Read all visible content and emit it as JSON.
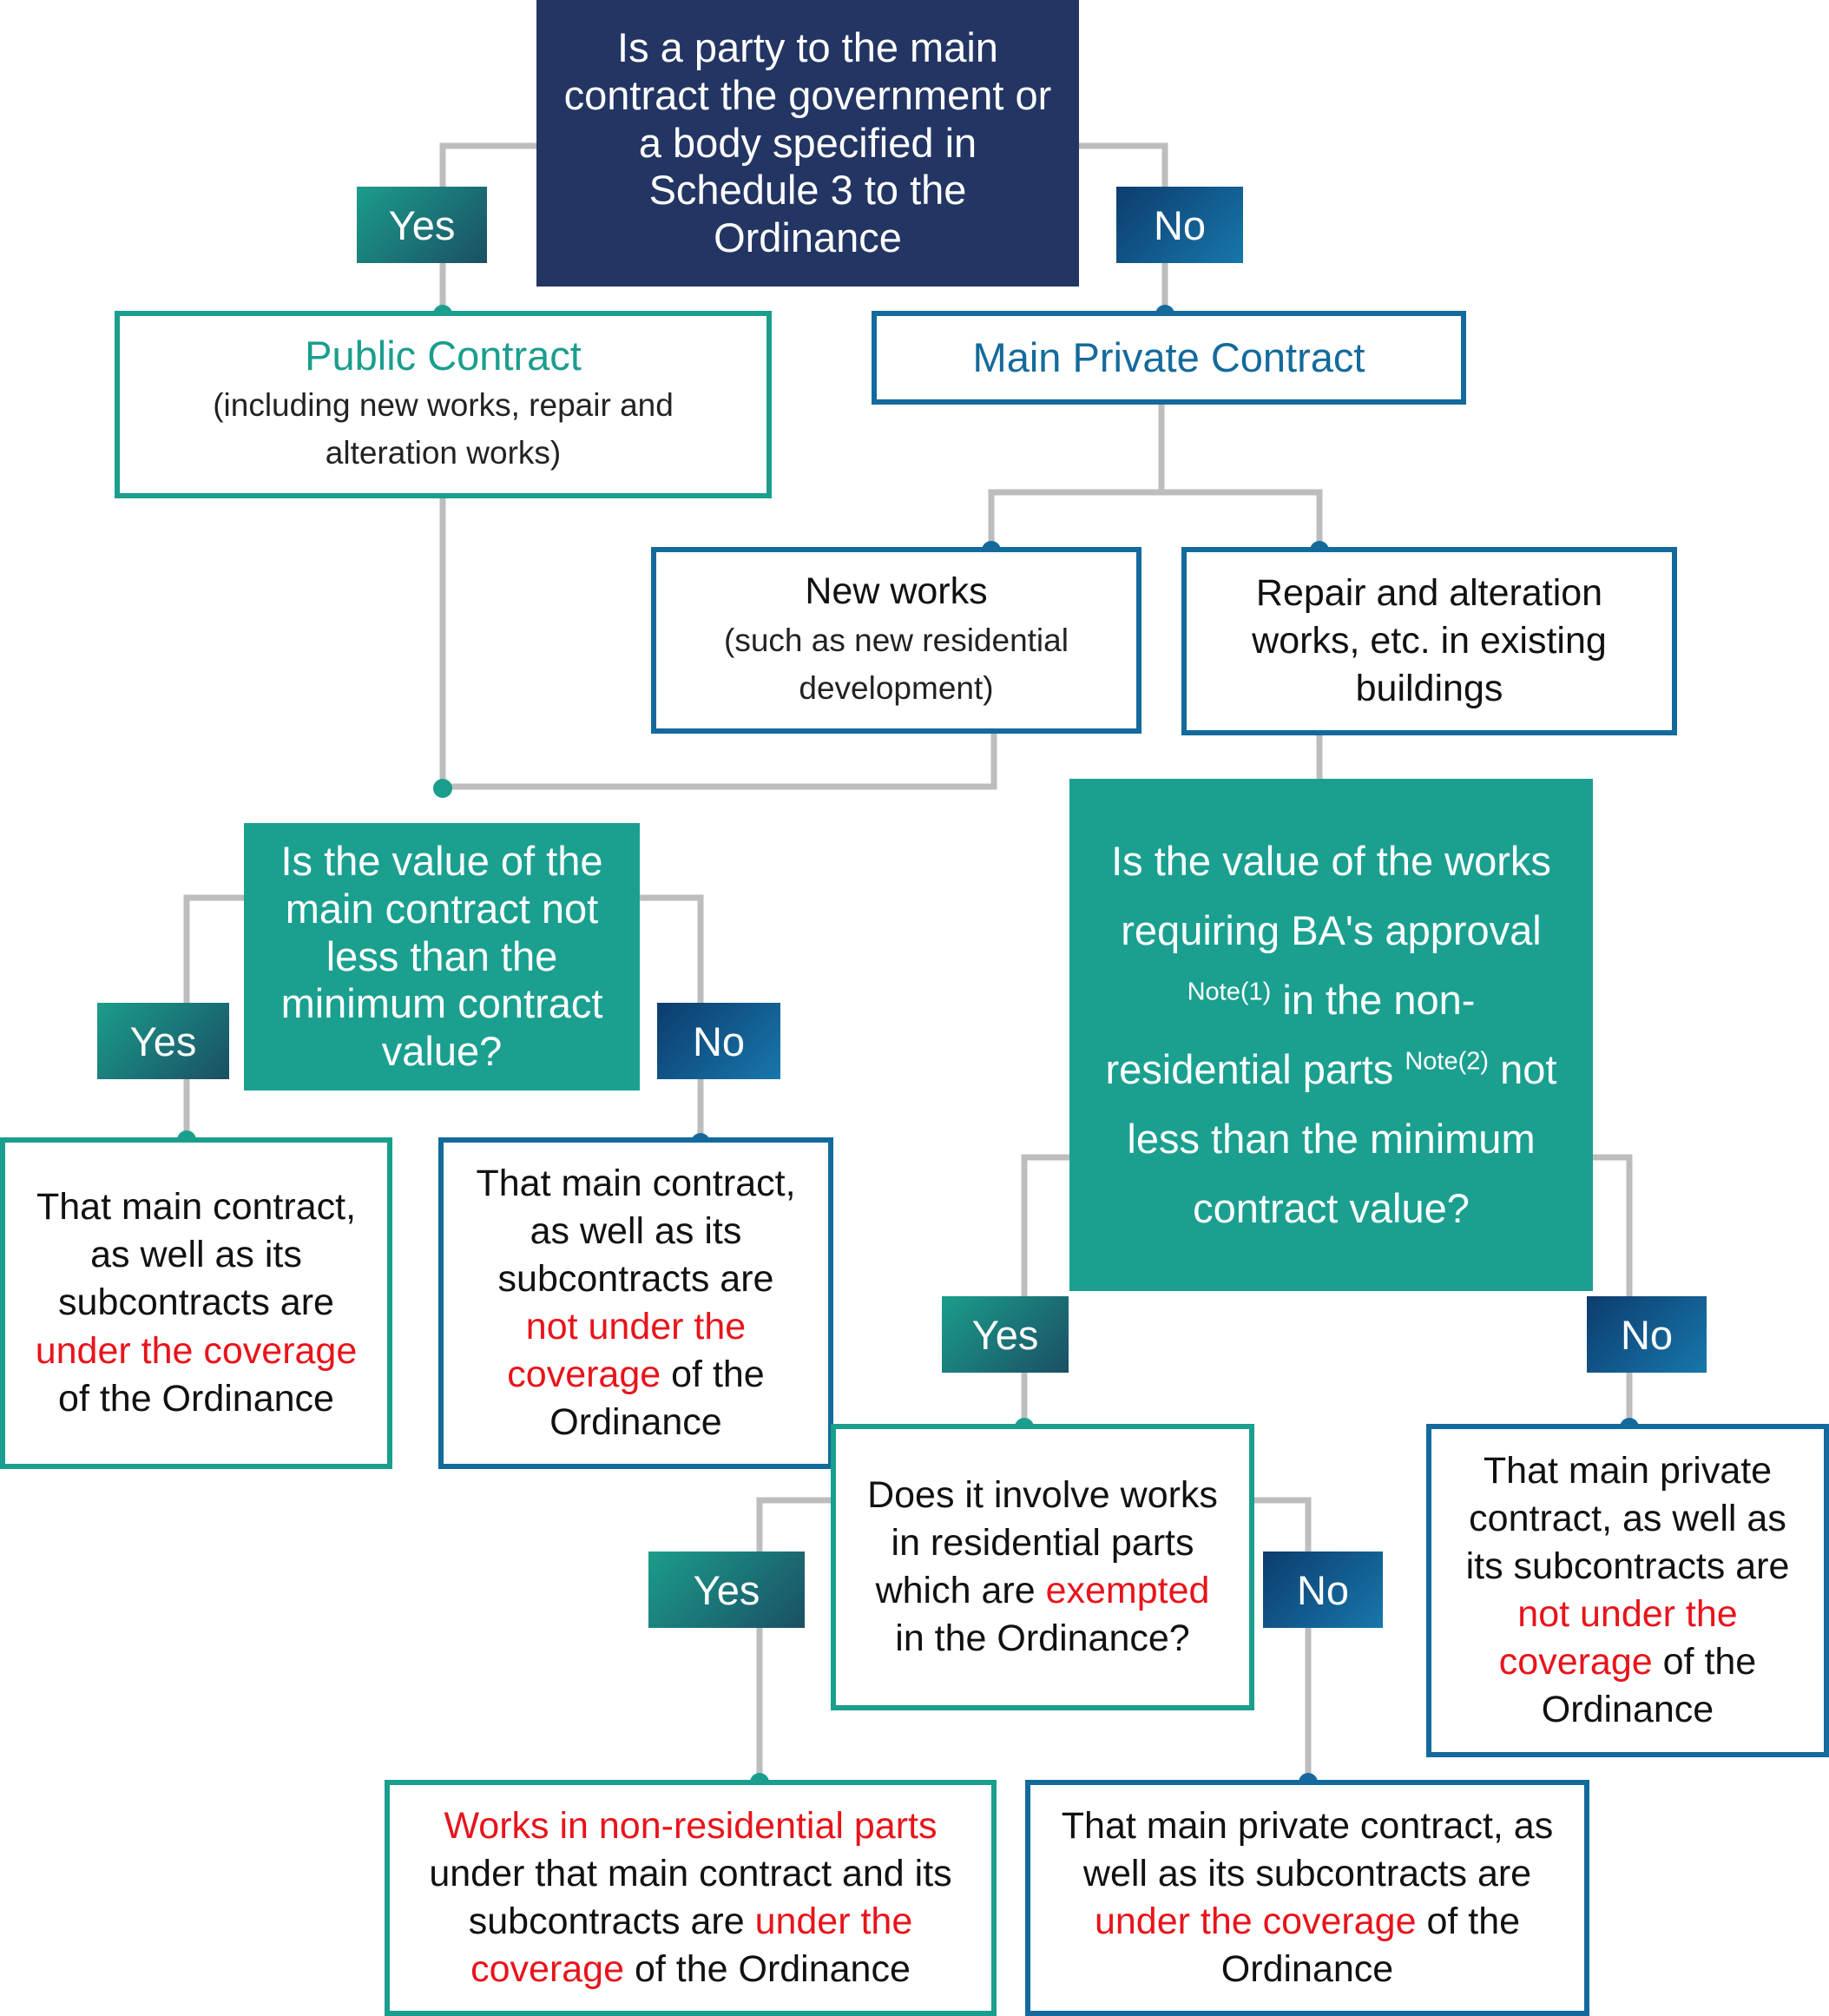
{
  "colors": {
    "navy": "#233563",
    "teal": "#1a9e8d",
    "blue": "#146a9c",
    "red": "#e8141b",
    "connector": "#bdbdbd"
  },
  "q_party": "Is a party to the main contract the government or a body specified in Schedule 3 to the Ordinance",
  "labels": {
    "yes": "Yes",
    "no": "No"
  },
  "public_contract": {
    "title": "Public Contract",
    "subtitle": "(including new works, repair and alteration works)"
  },
  "main_private_contract": {
    "title": "Main Private Contract"
  },
  "new_works": {
    "title": "New works",
    "subtitle": "(such as new residential development)"
  },
  "repair_works": {
    "title": "Repair and alteration works, etc. in existing buildings"
  },
  "q_value_main": "Is the value of the main contract not less than the minimum contract value?",
  "q_value_ba": {
    "p1": "Is the value of the works requiring BA's approval",
    "note1": "Note(1)",
    "p2": " in the non-residential parts",
    "note2": "Note(2)",
    "p3": " not less than the minimum contract value?"
  },
  "result_public_yes": {
    "a": "That main contract, as well as its subcontracts are ",
    "red": "under the coverage",
    "b": " of the Ordinance"
  },
  "result_public_no": {
    "a": "That main contract, as well as its subcontracts are ",
    "red": "not under the coverage",
    "b": " of the Ordinance"
  },
  "q_exempted": {
    "a": "Does it involve works in residential parts which are ",
    "red": "exempted",
    "b": " in the Ordinance?"
  },
  "result_private_no": {
    "a": "That main private contract, as well as its subcontracts are ",
    "red": "not under the coverage",
    "b": " of the Ordinance"
  },
  "result_nonres": {
    "red1": "Works in non-residential parts",
    "a": " under that main contract and its subcontracts are ",
    "red2": "under the coverage",
    "b": " of the Ordinance"
  },
  "result_covered": {
    "a": "That main private contract, as well as its subcontracts are ",
    "red": "under the coverage",
    "b": " of the Ordinance"
  }
}
